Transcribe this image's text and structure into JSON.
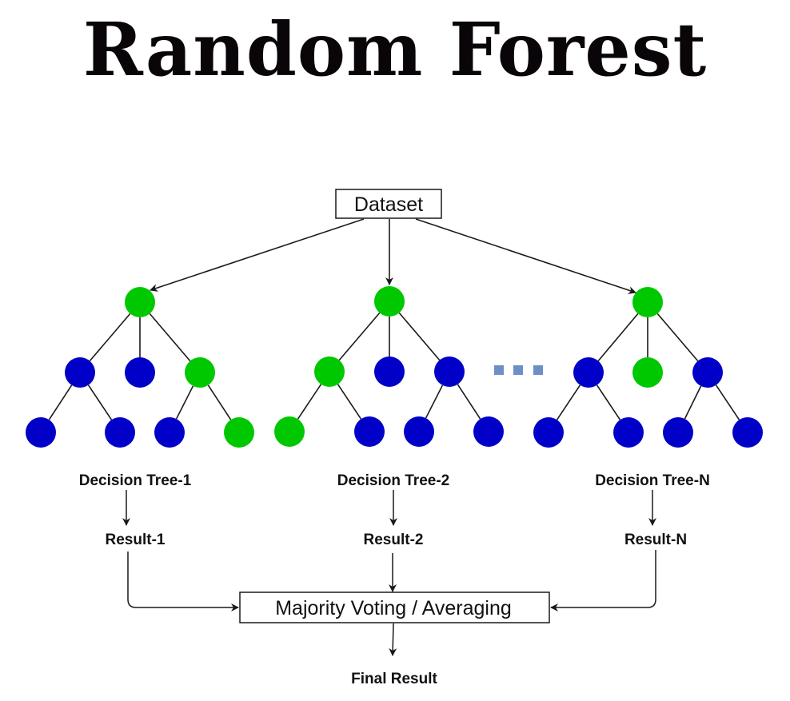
{
  "title": "Random Forest",
  "colors": {
    "split_node": "#00c800",
    "leaf_node": "#0000c8",
    "ellipsis": "#6f8fc4",
    "line": "#1a1a1a"
  },
  "dataset_label": "Dataset",
  "aggregator_label": "Majority Voting / Averaging",
  "final_label": "Final Result",
  "ellipsis_icon": "ellipsis-squares",
  "trees": [
    {
      "name": "Decision Tree-1",
      "result": "Result-1",
      "root": "green",
      "level2": [
        "blue",
        "blue",
        "green"
      ],
      "level3": [
        "blue",
        "blue",
        "blue",
        "green"
      ]
    },
    {
      "name": "Decision Tree-2",
      "result": "Result-2",
      "root": "green",
      "level2": [
        "green",
        "blue",
        "blue"
      ],
      "level3": [
        "green",
        "blue",
        "blue",
        "blue"
      ]
    },
    {
      "name": "Decision Tree-N",
      "result": "Result-N",
      "root": "green",
      "level2": [
        "blue",
        "green",
        "blue"
      ],
      "level3": [
        "blue",
        "blue",
        "blue",
        "blue"
      ]
    }
  ]
}
